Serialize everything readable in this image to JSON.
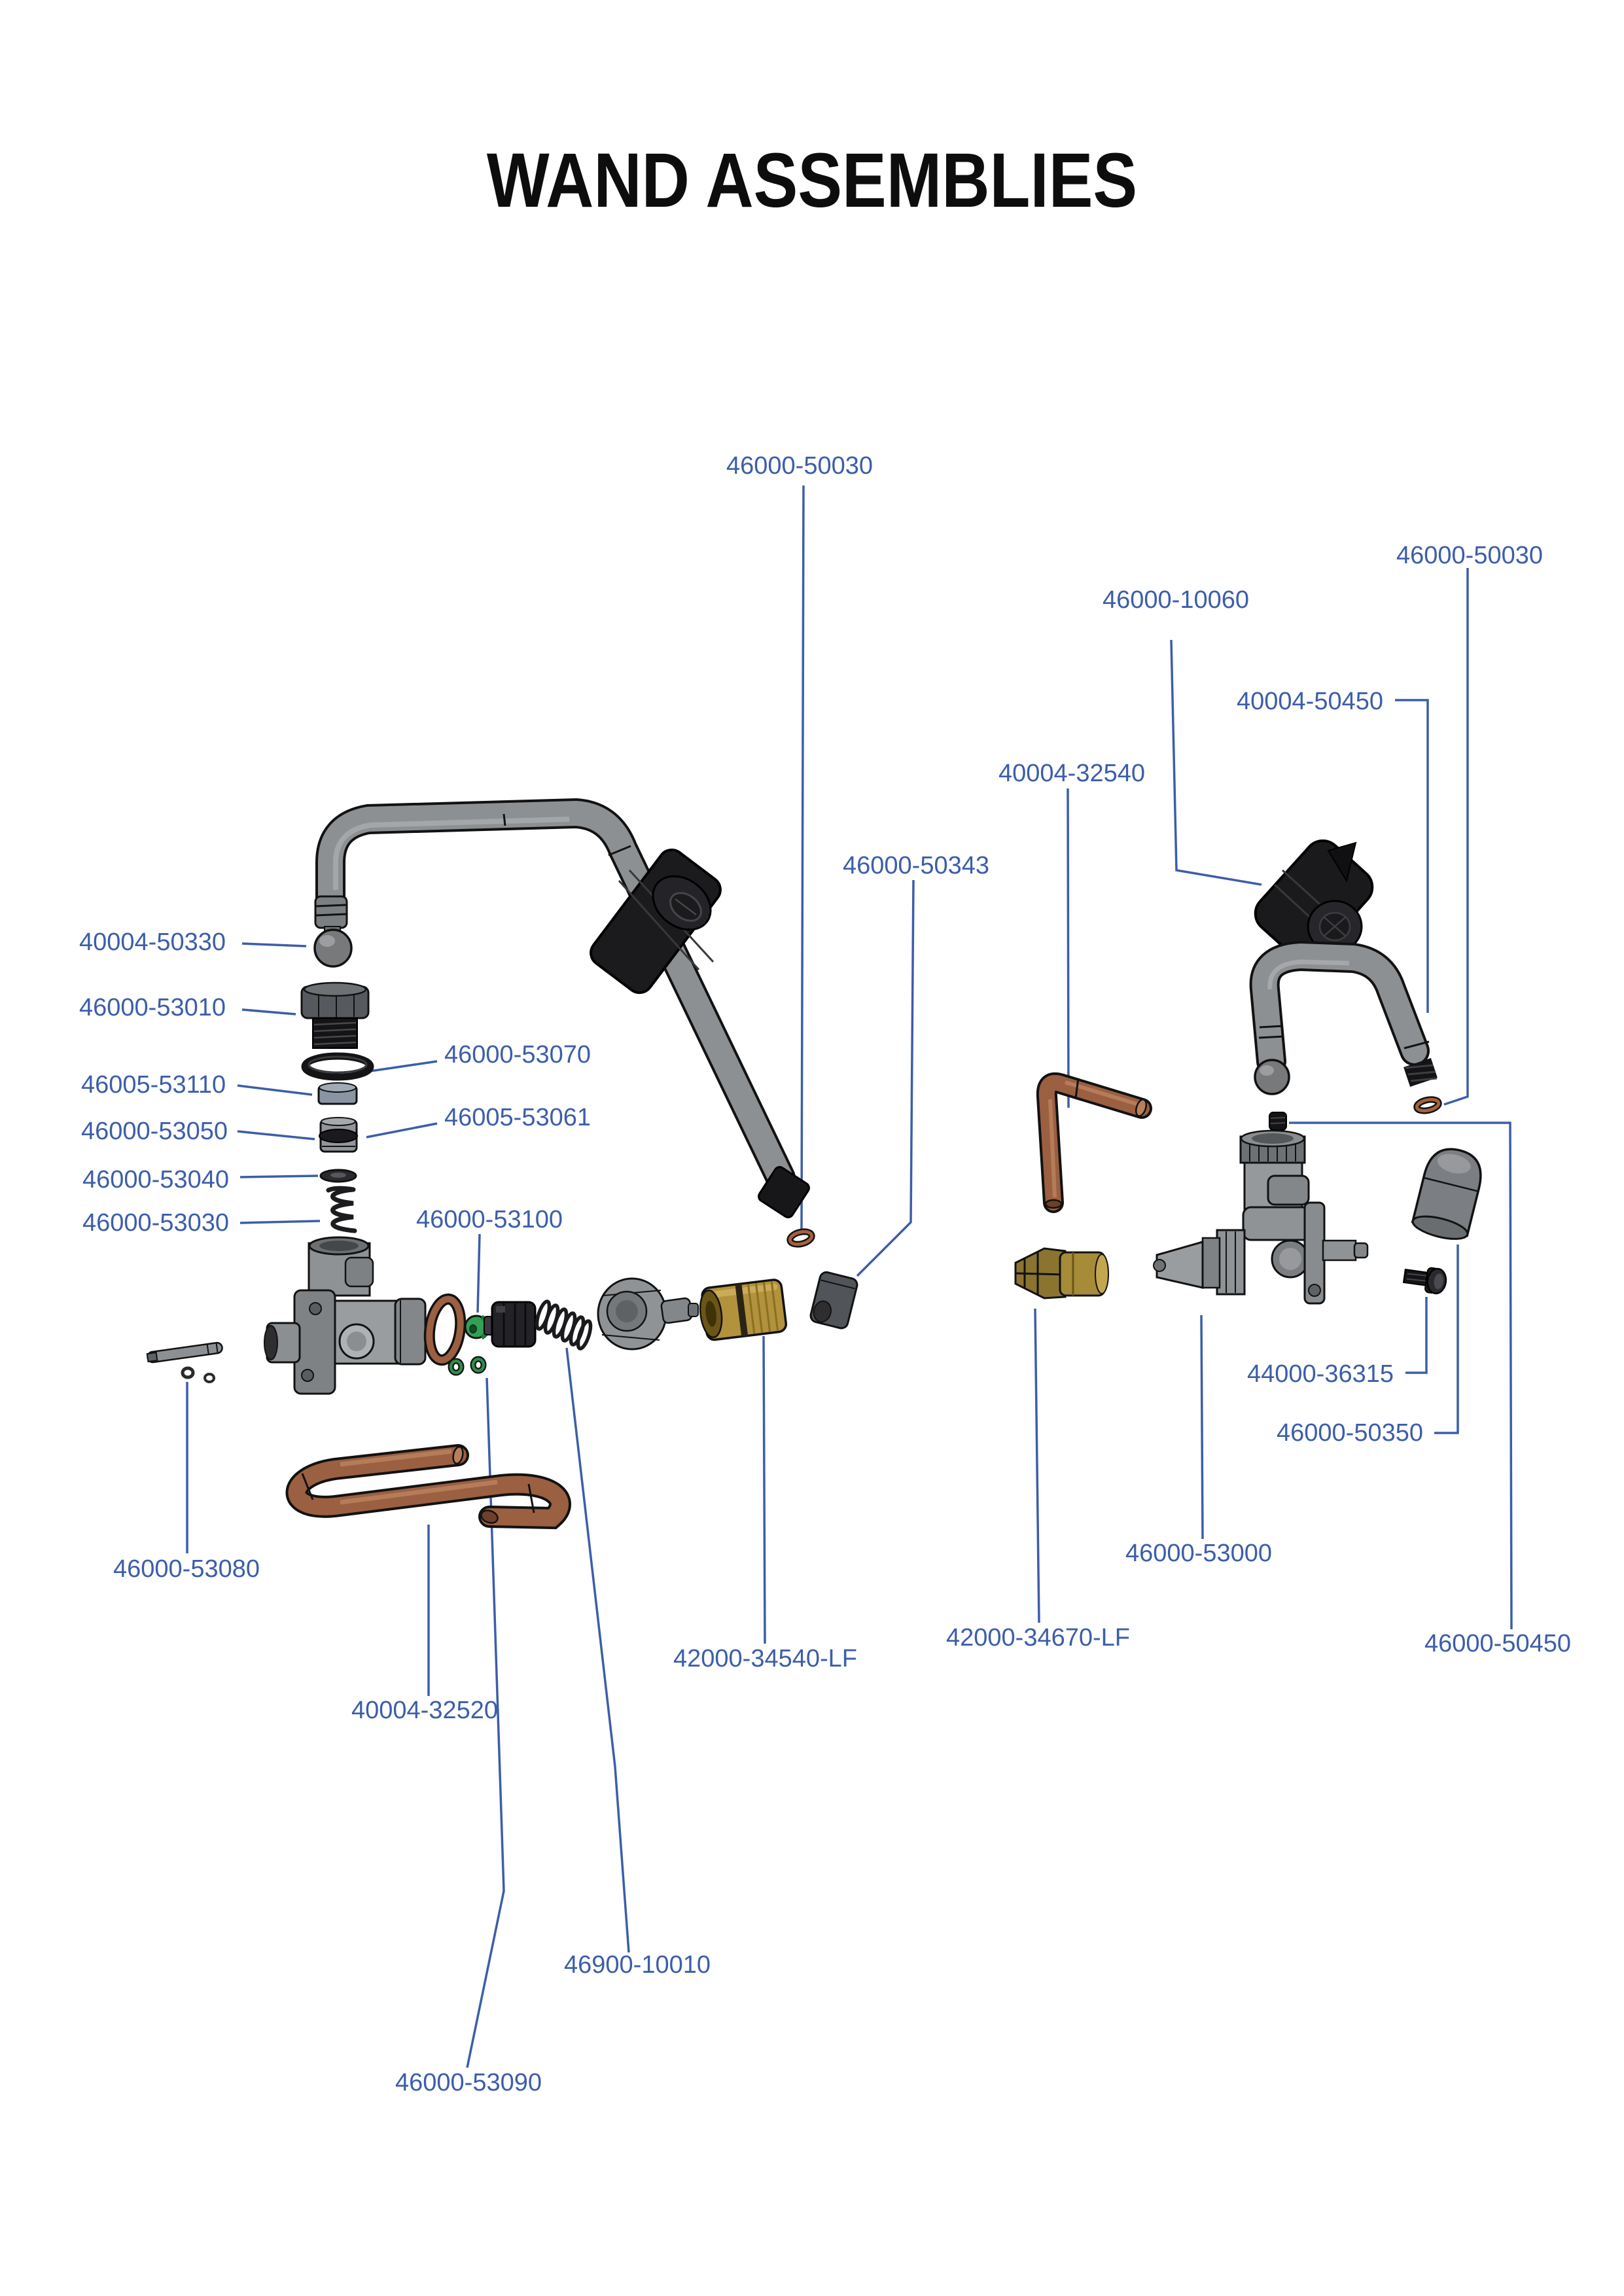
{
  "page": {
    "title": "WAND ASSEMBLIES"
  },
  "colors": {
    "label_blue": "#3c5ea9",
    "leader_line": "#3c5ea9",
    "copper": "#9b5f41",
    "brass": "#b2923c",
    "green_seal": "#33a055",
    "metal_gray": "#96999c",
    "black_part": "#1b1b1e"
  },
  "labels": [
    {
      "id": "46000-50030-top",
      "text": "46000-50030"
    },
    {
      "id": "46000-50030-right",
      "text": "46000-50030"
    },
    {
      "id": "46000-10060",
      "text": "46000-10060"
    },
    {
      "id": "40004-50450",
      "text": "40004-50450"
    },
    {
      "id": "40004-32540",
      "text": "40004-32540"
    },
    {
      "id": "46000-50343",
      "text": "46000-50343"
    },
    {
      "id": "40004-50330",
      "text": "40004-50330"
    },
    {
      "id": "46000-53010",
      "text": "46000-53010"
    },
    {
      "id": "46000-53070",
      "text": "46000-53070"
    },
    {
      "id": "46005-53110",
      "text": "46005-53110"
    },
    {
      "id": "46005-53061",
      "text": "46005-53061"
    },
    {
      "id": "46000-53050",
      "text": "46000-53050"
    },
    {
      "id": "46000-53040",
      "text": "46000-53040"
    },
    {
      "id": "46000-53030",
      "text": "46000-53030"
    },
    {
      "id": "46000-53100",
      "text": "46000-53100"
    },
    {
      "id": "46000-53080",
      "text": "46000-53080"
    },
    {
      "id": "40004-32520",
      "text": "40004-32520"
    },
    {
      "id": "42000-34540-LF",
      "text": "42000-34540-LF"
    },
    {
      "id": "42000-34670-LF",
      "text": "42000-34670-LF"
    },
    {
      "id": "46000-53000",
      "text": "46000-53000"
    },
    {
      "id": "44000-36315",
      "text": "44000-36315"
    },
    {
      "id": "46000-50350",
      "text": "46000-50350"
    },
    {
      "id": "46000-50450",
      "text": "46000-50450"
    },
    {
      "id": "46900-10010",
      "text": "46900-10010"
    },
    {
      "id": "46000-53090",
      "text": "46000-53090"
    }
  ]
}
